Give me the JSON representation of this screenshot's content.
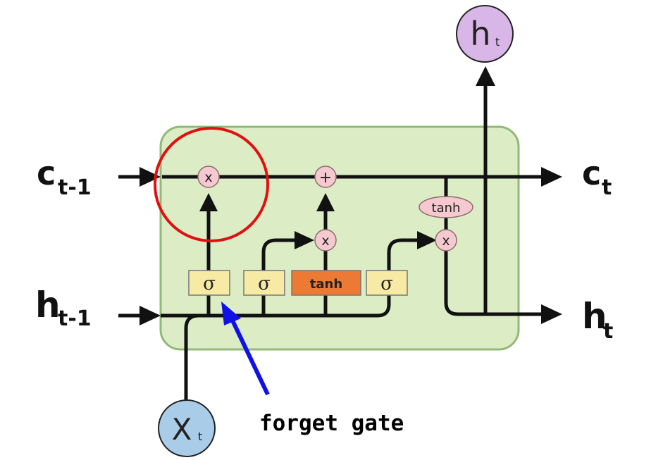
{
  "diagram": {
    "inputs": {
      "c_prev": {
        "main": "c",
        "sub": "t-1"
      },
      "h_prev": {
        "main": "h",
        "sub": "t-1"
      },
      "x": {
        "main": "X",
        "sub": "t"
      }
    },
    "outputs": {
      "c_out": {
        "main": "c",
        "sub": "t"
      },
      "h_out": {
        "main": "h",
        "sub": "t"
      },
      "h_top": {
        "main": "h",
        "sub": "t"
      }
    },
    "operators": {
      "multiply": "x",
      "add": "+",
      "tanh_op": "tanh"
    },
    "gates": {
      "forget": "σ",
      "input": "σ",
      "candidate": "tanh",
      "output": "σ"
    },
    "annotation": {
      "label": "forget gate"
    },
    "colors": {
      "cell_fill": "#dcedc6",
      "cell_stroke": "#93b87a",
      "sigma_fill": "#f7eaa4",
      "tanh_fill": "#ec7a35",
      "op_fill": "#f6c8d0",
      "h_node_fill": "#d9b6e8",
      "x_node_fill": "#a9cde9",
      "highlight_circle": "#e01010",
      "annotation_arrow": "#1010e8"
    }
  }
}
